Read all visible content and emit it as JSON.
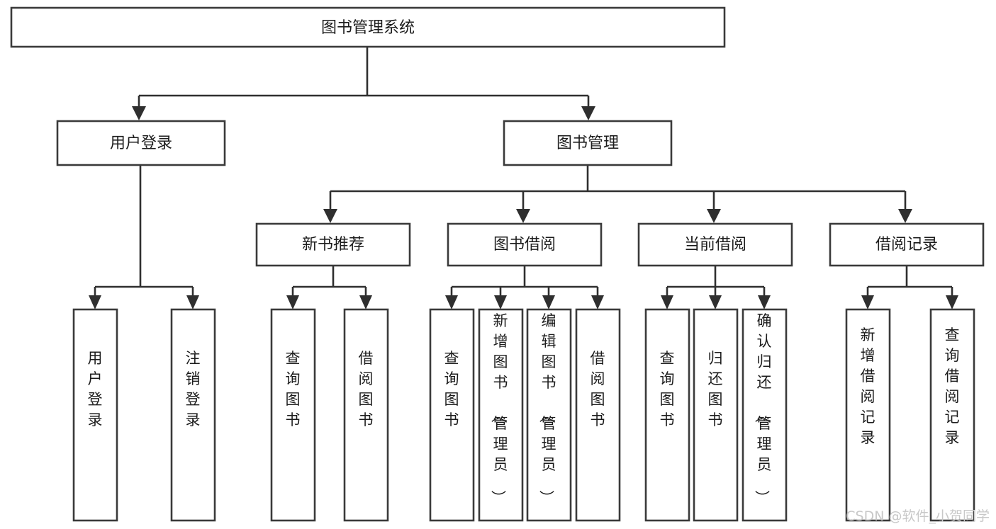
{
  "diagram": {
    "type": "tree-hierarchy",
    "orientation": "top-down",
    "title": "图书管理系统",
    "background_color": "#ffffff",
    "box_stroke_color": "#3a3a3a",
    "box_fill_color": "#ffffff",
    "connector_color": "#2f2f2f",
    "text_color": "#1c1c1c"
  },
  "root": {
    "label": "图书管理系统"
  },
  "level2": {
    "user_login": {
      "label": "用户登录"
    },
    "book_manage": {
      "label": "图书管理"
    }
  },
  "level3": {
    "new_book_recommend": {
      "label": "新书推荐"
    },
    "book_borrow": {
      "label": "图书借阅"
    },
    "current_borrow": {
      "label": "当前借阅"
    },
    "borrow_record": {
      "label": "借阅记录"
    }
  },
  "leaves": {
    "user_login": [
      {
        "label": "用户登录"
      },
      {
        "label": "注销登录"
      }
    ],
    "new_book_recommend": [
      {
        "label": "查询图书"
      },
      {
        "label": "借阅图书"
      }
    ],
    "book_borrow": [
      {
        "label": "查询图书"
      },
      {
        "label": "新增图书（管理员）"
      },
      {
        "label": "编辑图书（管理员）"
      },
      {
        "label": "借阅图书"
      }
    ],
    "current_borrow": [
      {
        "label": "查询图书"
      },
      {
        "label": "归还图书"
      },
      {
        "label": "确认归还（管理员）"
      }
    ],
    "borrow_record": [
      {
        "label": "新增借阅记录"
      },
      {
        "label": "查询借阅记录"
      }
    ]
  },
  "watermark": {
    "text": "CSDN @软件_小贺同学",
    "color": "#c8c8c8"
  }
}
